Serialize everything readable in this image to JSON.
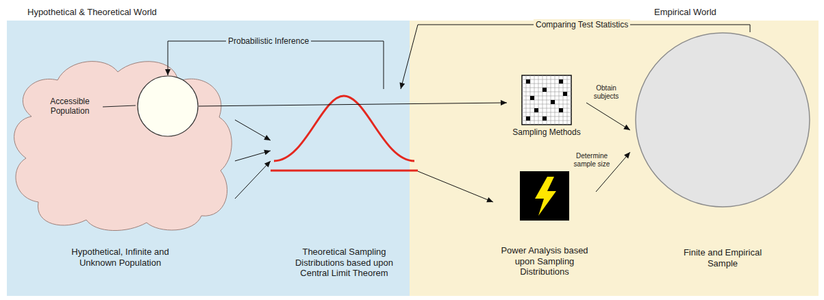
{
  "diagram": {
    "nodes": [
      {
        "text": [
          "Hypothetical, Infinite and Unknown Population"
        ]
      },
      {
        "text": [
          "Accessible Population"
        ],
        "in": 0
      },
      {
        "text": [
          "Theoretical Sampling Distributions based upon Central Limit Theorem"
        ]
      },
      {
        "text": [
          "Sampling Methods"
        ]
      },
      {
        "text": [
          "Power Analysis based upon Sampling Distributions"
        ]
      },
      {
        "text": [
          "Finite and Empirical Sample"
        ]
      }
    ],
    "edges": [
      {
        "from": 0,
        "to": 2,
        "arrow": "to"
      },
      {
        "from": 0,
        "to": 2,
        "arrow": "to"
      },
      {
        "from": 0,
        "to": 2,
        "arrow": "to"
      },
      {
        "from": 1,
        "to": 3,
        "arrow": "to"
      },
      {
        "from": 2,
        "to": 4,
        "arrow": "to"
      },
      {
        "from": 3,
        "to": 5,
        "label": "Obtain subjects",
        "arrow": "to"
      },
      {
        "from": 4,
        "to": 5,
        "label": "Determine sample size",
        "arrow": "to"
      },
      {
        "from": 2,
        "to": 1,
        "label": "Probabilistic Inference",
        "arrow": "to"
      },
      {
        "from": 5,
        "to": 2,
        "label": "Comparing Test Statistics",
        "arrow": "to"
      }
    ],
    "labels": [
      "Hypothetical & Theoretical World",
      "Empirical World"
    ]
  }
}
